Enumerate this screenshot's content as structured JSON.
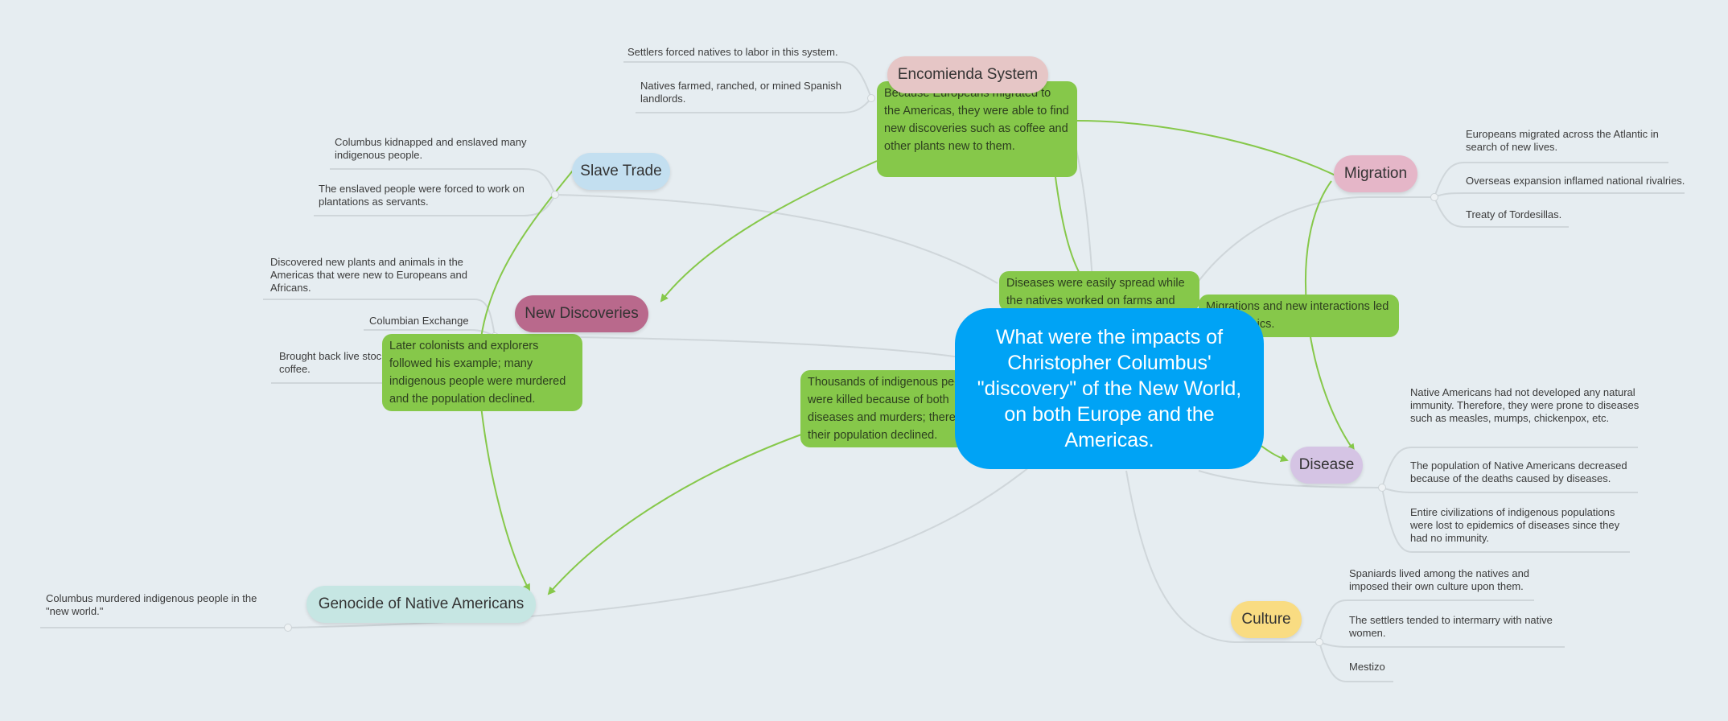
{
  "central": {
    "line1": "What were the impacts of",
    "line2": "Christopher Columbus'",
    "line3": "\"discovery\" of the New World,",
    "line4": "on both Europe and the",
    "line5": "Americas."
  },
  "branches": {
    "encomienda": {
      "label": "Encomienda System",
      "leaves": [
        "Settlers forced natives to labor in this system.",
        "Natives farmed, ranched, or mined Spanish landlords."
      ]
    },
    "slave_trade": {
      "label": "Slave Trade",
      "leaves": [
        "Columbus kidnapped and enslaved many indigenous people.",
        "The enslaved people were forced to work on plantations as servants."
      ]
    },
    "new_discoveries": {
      "label": "New Discoveries",
      "leaves": [
        "Discovered new plants and animals in the Americas that were new to Europeans and Africans.",
        "Columbian Exchange",
        "Brought back live stock, grains, fruit, and coffee."
      ]
    },
    "genocide": {
      "label": "Genocide of Native Americans",
      "leaves": [
        "Columbus murdered indigenous people in the \"new world.\""
      ]
    },
    "migration": {
      "label": "Migration",
      "leaves": [
        "Europeans migrated across the Atlantic in search of new lives.",
        "Overseas expansion inflamed national rivalries.",
        "Treaty of Tordesillas."
      ]
    },
    "disease": {
      "label": "Disease",
      "leaves": [
        "Native Americans had not developed any natural immunity. Therefore, they were prone to diseases such as measles, mumps, chickenpox, etc.",
        "The population of Native Americans  decreased because of the deaths caused by diseases.",
        "Entire civilizations of indigenous populations were lost to epidemics of diseases since they had no immunity."
      ]
    },
    "culture": {
      "label": "Culture",
      "leaves": [
        "Spaniards lived among the natives and imposed their own culture upon them.",
        "The settlers tended to intermarry with native women.",
        "Mestizo"
      ]
    }
  },
  "notes": {
    "europeans": "Because Europeans migrated to the Americas, they were able to find new discoveries such as coffee and other plants new to them.",
    "diseases_spread": "Diseases were easily spread while the natives worked on farms and",
    "migrations_interactions": "Migrations and new interactions led to epidemics.",
    "later_colonists": "Later colonists and explorers followed his example; many indigenous people were murdered and the population declined.",
    "thousands": "Thousands of indigenous people were killed because of both diseases and murders; therefore, their population declined."
  },
  "colors": {
    "background": "#e6edf1",
    "central": "#00a3f5",
    "note": "#86c84a",
    "relation_line": "#86c84a",
    "branch_line": "#cfd6da",
    "encomienda": "#e6c6c6",
    "slave_trade": "#c3dff0",
    "new_discoveries": "#b9698c",
    "genocide": "#c6e6e3",
    "migration": "#e5b6c8",
    "disease": "#d5c4e4",
    "culture": "#f9dc82"
  }
}
